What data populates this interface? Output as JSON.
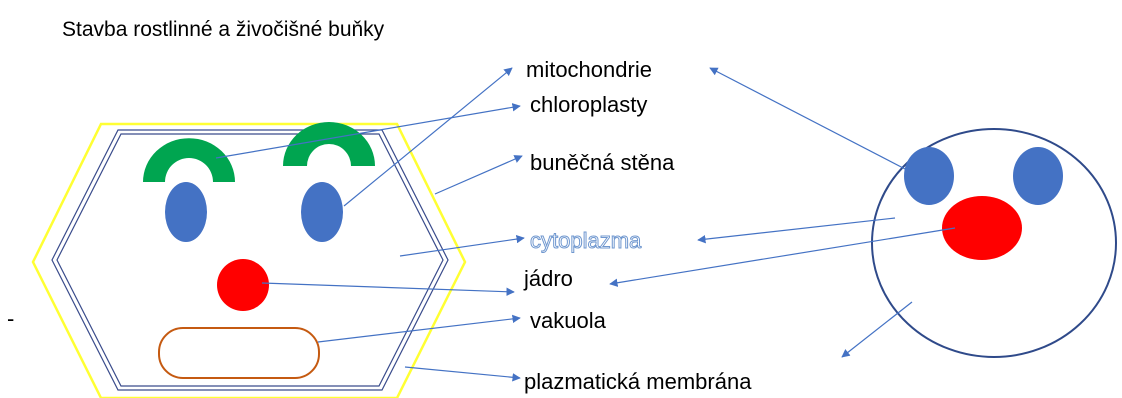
{
  "title": "Stavba rostlinné a živočišné buňky",
  "stray_mark": "-",
  "labels": {
    "mitochondrie": "mitochondrie",
    "chloroplasty": "chloroplasty",
    "bunecna_stena": "buněčná stěna",
    "cytoplazma": "cytoplazma",
    "jadro": "jádro",
    "vakuola": "vakuola",
    "plazmaticka_membrana": "plazmatická membrána"
  },
  "colors": {
    "cell_wall": "#ffff33",
    "membrane": "#3a4c8c",
    "chloroplast": "#00a550",
    "mitochondrion": "#4472c4",
    "nucleus": "#ff0000",
    "vacuole": "#c55a11",
    "arrow": "#4472c4",
    "cytoplasm_label_outline": "#6f97cf"
  }
}
